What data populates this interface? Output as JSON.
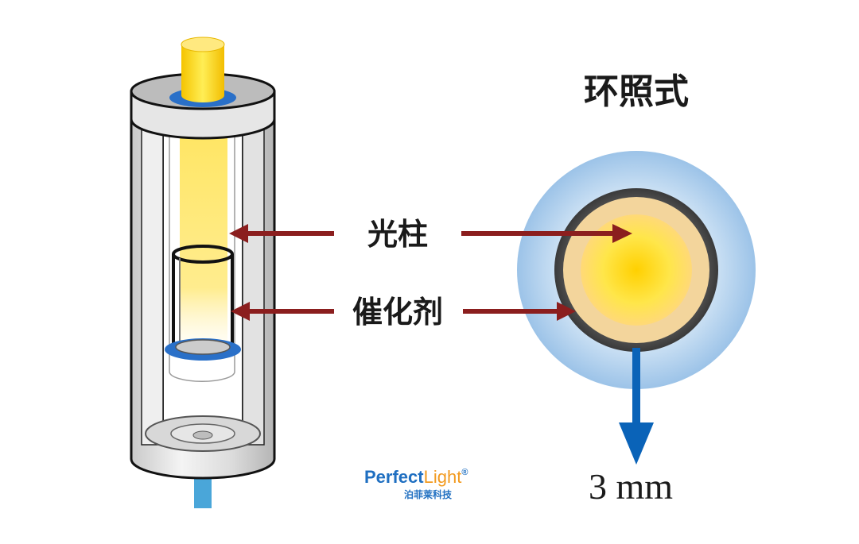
{
  "labels": {
    "title": "环照式",
    "light_column": "光柱",
    "catalyst": "催化剂",
    "scale": "3 mm"
  },
  "logo": {
    "brand_first": "Perfect",
    "brand_second": "Light",
    "registered": "®",
    "subtitle": "泊菲莱科技"
  },
  "colors": {
    "light": "#ffe033",
    "arrow_red": "#8b1e1e",
    "arrow_blue": "#0a63b8",
    "blue_ring": "#2a70c8",
    "logo_blue": "#1f6fc1",
    "logo_orange": "#f29a1f"
  }
}
